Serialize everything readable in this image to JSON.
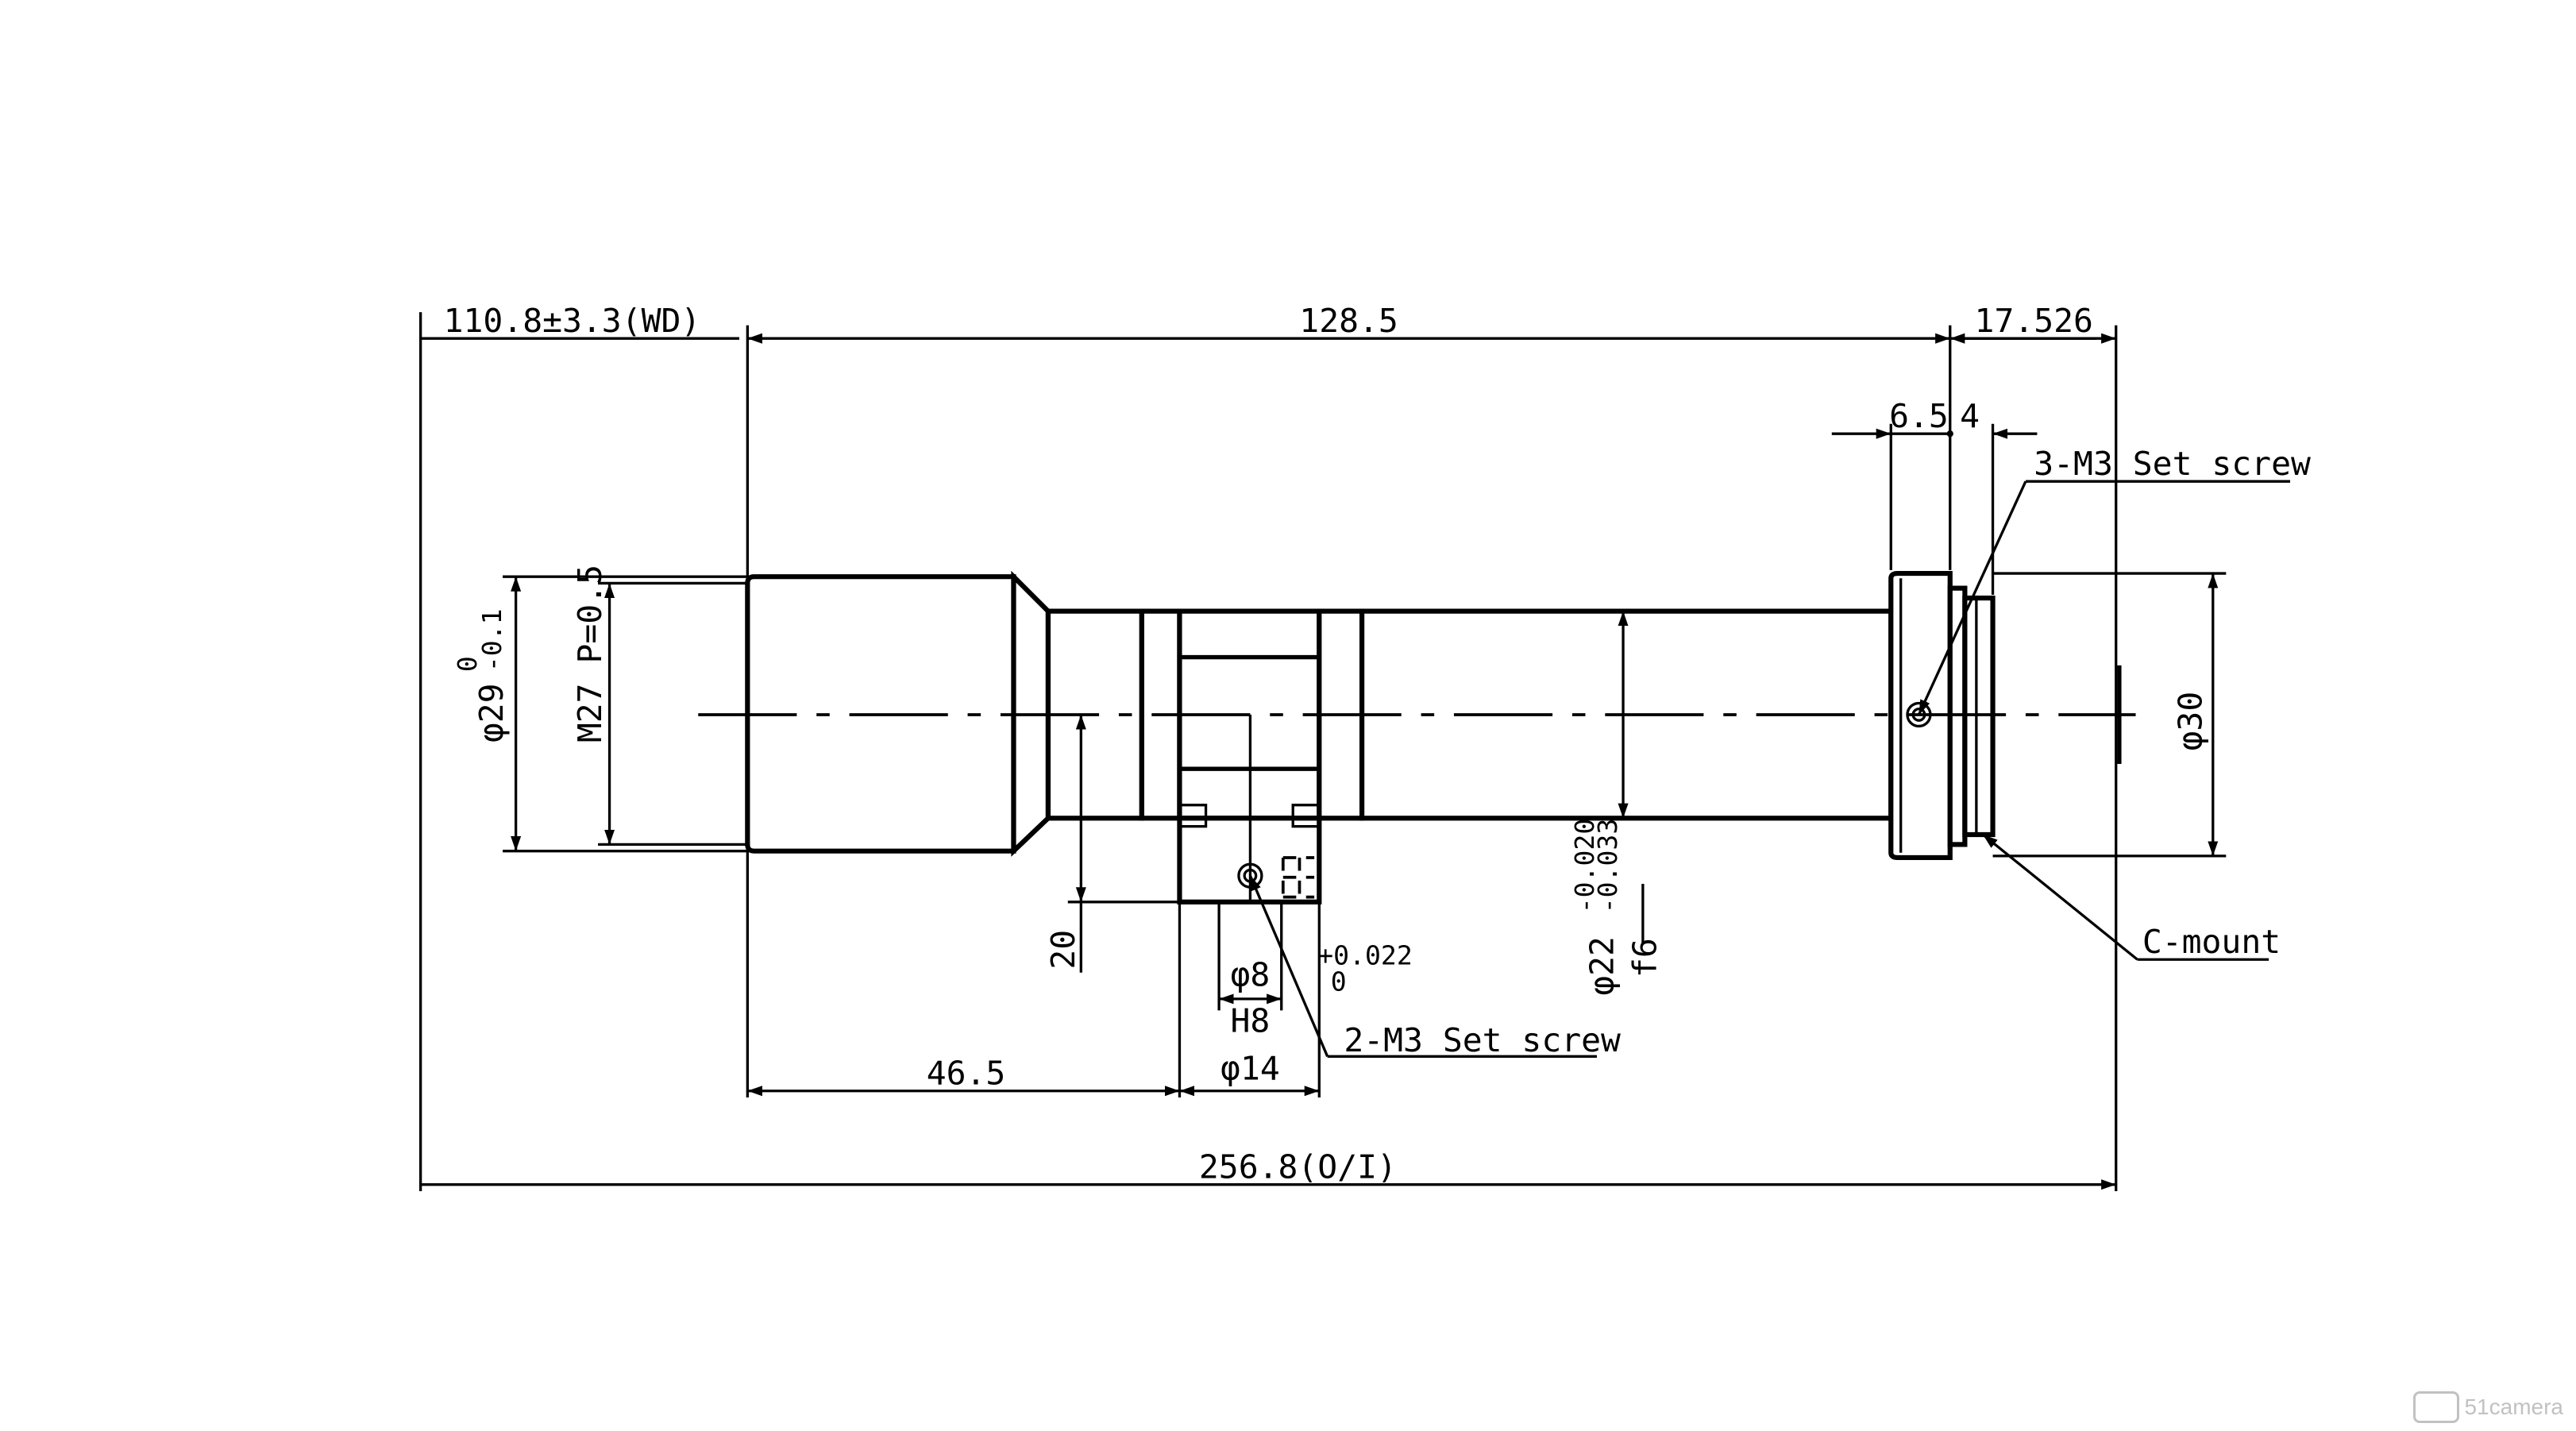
{
  "dimensions": {
    "wd": "110.8±3.3(WD)",
    "length_main": "128.5",
    "mount_flange": "17.526",
    "ring_width": "6.5",
    "thread_width": "4",
    "dia_front": "φ29",
    "dia_front_tol_upper": "0",
    "dia_front_tol_lower": "-0.1",
    "filter_thread": "M27 P=0.5",
    "dia_barrel": "φ22",
    "dia_barrel_tol_upper": "-0.020",
    "dia_barrel_tol_lower": "-0.033",
    "dia_barrel_fit": "f6",
    "dia_mount": "φ30",
    "hole_height": "20",
    "hole_dia": "φ8",
    "hole_tol_upper": "+0.022",
    "hole_tol_lower": "0",
    "hole_fit": "H8",
    "clamp_dia": "φ14",
    "clamp_offset": "46.5",
    "total_length": "256.8(O/I)"
  },
  "callouts": {
    "set_screw_ring": "3-M3 Set screw",
    "set_screw_clamp": "2-M3 Set screw",
    "mount_type": "C-mount"
  },
  "watermark": {
    "brand": "51camera"
  },
  "colors": {
    "line": "#000000",
    "background": "#ffffff"
  }
}
